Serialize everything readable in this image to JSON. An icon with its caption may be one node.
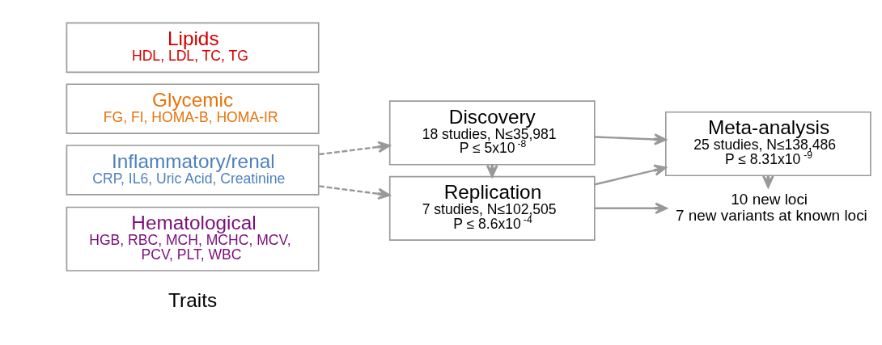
{
  "diagram": {
    "nodes": [
      {
        "text": [
          "Lipids",
          "HDL, LDL, TC, TG"
        ]
      },
      {
        "text": [
          "Glycemic",
          "FG, FI, HOMA-B, HOMA-IR"
        ]
      },
      {
        "text": [
          "Inflammatory/renal",
          "CRP, IL6, Uric Acid, Creatinine"
        ]
      },
      {
        "text": [
          "Hematological",
          "HGB, RBC, MCH, MCHC, MCV, PCV, PLT, WBC"
        ]
      },
      {
        "text": [
          "Discovery",
          "18 studies, N≤35,981",
          "P ≤ 5x10$^{-8}$"
        ]
      },
      {
        "text": [
          "Replication",
          "7 studies, N≤102,505",
          "P ≤ 8.6x10$^{-4}$"
        ]
      },
      {
        "text": [
          "Meta-analysis",
          "25 studies, N≤138,486",
          "P ≤ 8.31x10$^{-9}$"
        ]
      },
      {
        "text": [
          "10 new loci",
          "7 new variants at known loci"
        ]
      }
    ],
    "edges": [
      {
        "from": 2,
        "to": 4,
        "arrow": "to",
        "style": "dashed"
      },
      {
        "from": 2,
        "to": 5,
        "arrow": "to",
        "style": "dashed"
      },
      {
        "from": 4,
        "to": 5,
        "arrow": "to"
      },
      {
        "from": 4,
        "to": 6,
        "arrow": "to"
      },
      {
        "from": 5,
        "to": 6,
        "arrow": "to"
      },
      {
        "from": 5,
        "to": 7,
        "arrow": "to"
      },
      {
        "from": 6,
        "to": 7,
        "arrow": "to"
      }
    ],
    "labels": [
      "Traits"
    ]
  }
}
